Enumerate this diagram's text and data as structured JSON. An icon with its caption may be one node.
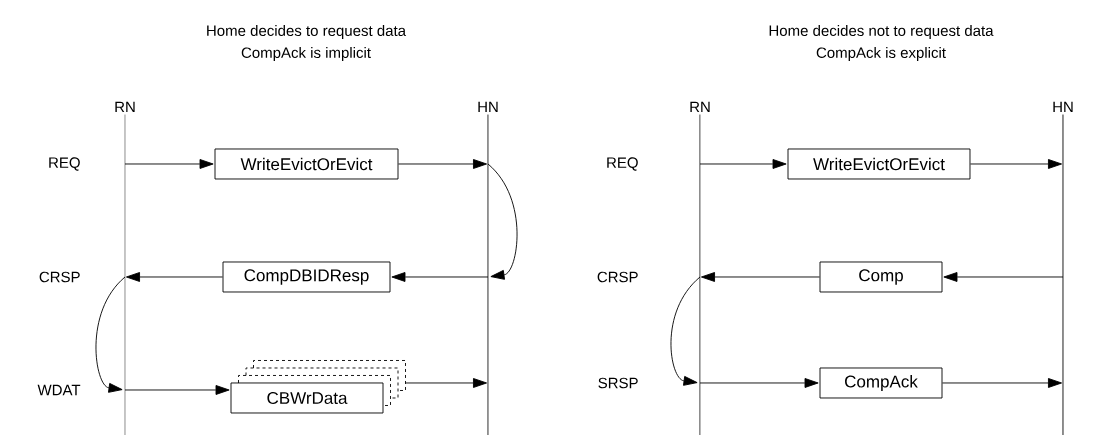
{
  "diagram": {
    "nodes": [
      {
        "text": [
          "RN"
        ]
      },
      {
        "text": [
          "HN"
        ]
      },
      {
        "text": [
          "WriteEvictOrEvict"
        ]
      },
      {
        "text": [
          "CompDBIDResp"
        ]
      },
      {
        "text": [
          "CBWrData"
        ]
      },
      {
        "text": [
          "RN"
        ]
      },
      {
        "text": [
          "HN"
        ]
      },
      {
        "text": [
          "WriteEvictOrEvict"
        ]
      },
      {
        "text": [
          "Comp"
        ]
      },
      {
        "text": [
          "CompAck"
        ]
      }
    ],
    "edges": [
      {
        "from": 0,
        "to": 2,
        "arrow": "to"
      },
      {
        "from": 2,
        "to": 1,
        "arrow": "to"
      },
      {
        "from": 1,
        "to": 1,
        "arrow": "to"
      },
      {
        "from": 1,
        "to": 3,
        "arrow": "to"
      },
      {
        "from": 3,
        "to": 0,
        "arrow": "to"
      },
      {
        "from": 0,
        "to": 0,
        "arrow": "to"
      },
      {
        "from": 0,
        "to": 4,
        "arrow": "to"
      },
      {
        "from": 4,
        "to": 1,
        "arrow": "to"
      },
      {
        "from": 5,
        "to": 7,
        "arrow": "to"
      },
      {
        "from": 7,
        "to": 6,
        "arrow": "to"
      },
      {
        "from": 6,
        "to": 8,
        "arrow": "to"
      },
      {
        "from": 8,
        "to": 5,
        "arrow": "to"
      },
      {
        "from": 5,
        "to": 5,
        "arrow": "to"
      },
      {
        "from": 5,
        "to": 9,
        "arrow": "to"
      },
      {
        "from": 9,
        "to": 6,
        "arrow": "to"
      }
    ],
    "labels": [
      "Home decides to request data",
      "CompAck is implicit",
      "Home decides not to request data",
      "CompAck is explicit",
      "REQ",
      "CRSP",
      "WDAT",
      "REQ",
      "CRSP",
      "SRSP"
    ]
  }
}
